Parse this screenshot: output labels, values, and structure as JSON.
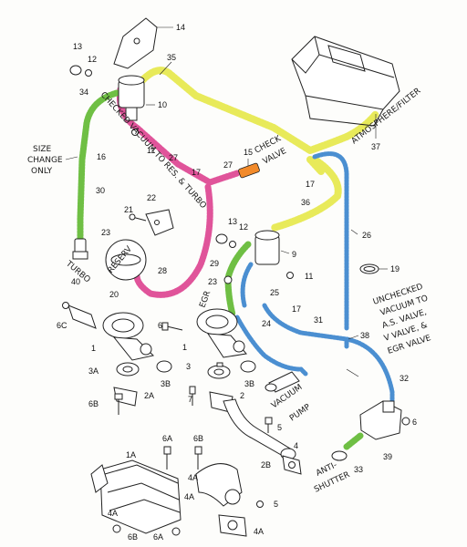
{
  "part_numbers": {
    "n1": "1",
    "n1A": "1A",
    "n2": "2",
    "n2A": "2A",
    "n2B": "2B",
    "n3": "3",
    "n3A": "3A",
    "n3B": "3B",
    "n4": "4",
    "n4A": "4A",
    "n5": "5",
    "n6": "6",
    "n6A": "6A",
    "n6B": "6B",
    "n6C": "6C",
    "n7": "7",
    "n9": "9",
    "n10": "10",
    "n11": "11",
    "n12": "12",
    "n13": "13",
    "n14": "14",
    "n15": "15",
    "n16": "16",
    "n17": "17",
    "n19": "19",
    "n20": "20",
    "n21": "21",
    "n22": "22",
    "n23": "23",
    "n24": "24",
    "n25": "25",
    "n26": "26",
    "n27": "27",
    "n28": "28",
    "n29": "29",
    "n30": "30",
    "n31": "31",
    "n32": "32",
    "n33": "33",
    "n34": "34",
    "n35": "35",
    "n36": "36",
    "n37": "37",
    "n38": "38",
    "n39": "39",
    "n40": "40"
  },
  "handwritten": {
    "size_change": [
      "SIZE",
      "CHANGE",
      "ONLY"
    ],
    "checked_vacuum": "CHECKED VACUUM TO RES. & TURBO",
    "check_valve": [
      "CHECK",
      "VALVE"
    ],
    "atmosphere_filter": "ATMOSPHERE/FILTER",
    "unchecked_vacuum": [
      "UNCHECKED",
      "VACUUM TO",
      "A.S. VALVE,",
      "V VALVE, &",
      "EGR VALVE"
    ],
    "turbo": "TURBO",
    "reserv": "RESERV",
    "egr": "EGR",
    "vacuum_pump": [
      "VACUUM",
      "PUMP"
    ],
    "anti_shutter": [
      "ANTI-",
      "SHUTTER"
    ]
  },
  "colors": {
    "green_hose": "#6fbf44",
    "yellow_hose": "#e8ea5a",
    "pink_hose": "#e0549a",
    "blue_hose": "#4b8fd1",
    "orange_valve": "#f28a2a"
  }
}
